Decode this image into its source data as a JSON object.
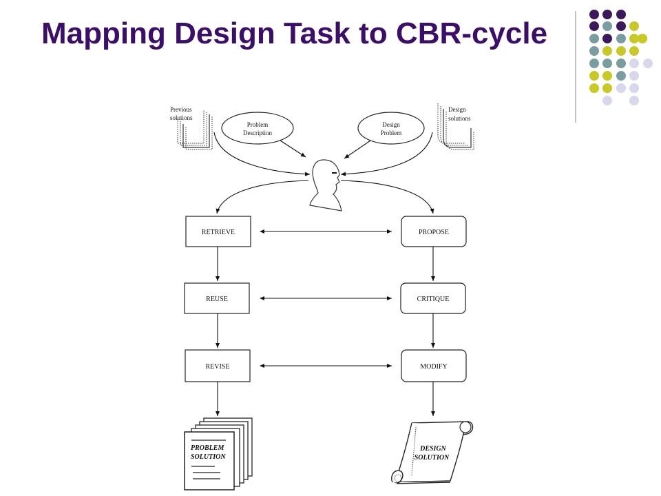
{
  "slide": {
    "title": "Mapping Design Task to CBR-cycle"
  },
  "theme": {
    "title_color": "#3b0e69",
    "dot_colors": [
      "#3b1a5c",
      "#7a9e9f",
      "#c8c826",
      "#d8d8ec"
    ]
  },
  "diagram": {
    "inputs": {
      "previous_solutions": [
        "Previous",
        "solutions"
      ],
      "problem_description": [
        "Problem",
        "Description"
      ],
      "design_problem": [
        "Design",
        "Problem"
      ],
      "design_solutions": [
        "Design",
        "solutions"
      ]
    },
    "cbr_steps": [
      "RETRIEVE",
      "REUSE",
      "REVISE"
    ],
    "design_steps": [
      "PROPOSE",
      "CRITIQUE",
      "MODIFY"
    ],
    "outputs": {
      "problem_solution": [
        "PROBLEM",
        "SOLUTION"
      ],
      "design_solution": [
        "DESIGN",
        "SOLUTION"
      ]
    },
    "icons": {
      "person": "person-head-icon",
      "documents": "document-stack-icon",
      "scroll": "scroll-icon"
    }
  }
}
